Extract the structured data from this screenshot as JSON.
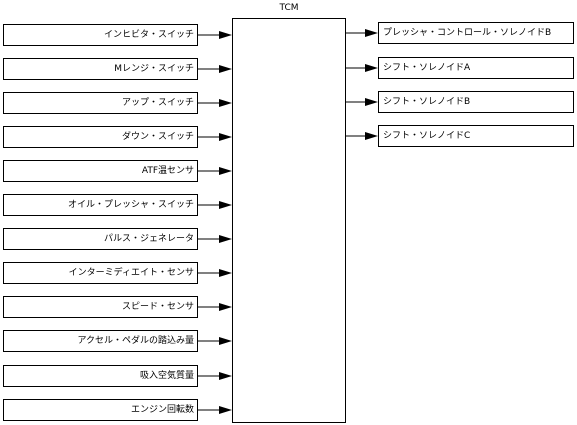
{
  "tcm": {
    "label": "TCM"
  },
  "inputs": [
    {
      "label": "インヒビタ・スイッチ"
    },
    {
      "label": "Mレンジ・スイッチ"
    },
    {
      "label": "アップ・スイッチ"
    },
    {
      "label": "ダウン・スイッチ"
    },
    {
      "label": "ATF温センサ"
    },
    {
      "label": "オイル・プレッシャ・スイッチ"
    },
    {
      "label": "パルス・ジェネレータ"
    },
    {
      "label": "インターミディエイト・センサ"
    },
    {
      "label": "スピード・センサ"
    },
    {
      "label": "アクセル・ペダルの踏込み量"
    },
    {
      "label": "吸入空気質量"
    },
    {
      "label": "エンジン回転数"
    }
  ],
  "outputs": [
    {
      "label": "プレッシャ・コントロール・ソレノイドB"
    },
    {
      "label": "シフト・ソレノイドA"
    },
    {
      "label": "シフト・ソレノイドB"
    },
    {
      "label": "シフト・ソレノイドC"
    }
  ]
}
